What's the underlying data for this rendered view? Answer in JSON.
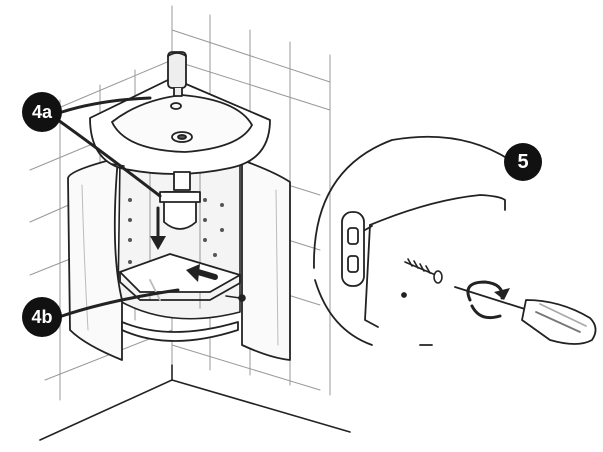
{
  "steps": {
    "step_4a": "4a",
    "step_4b": "4b",
    "step_5": "5"
  },
  "icons": [
    "corner-washbasin-icon",
    "faucet-icon",
    "siphon-icon",
    "shelf-icon",
    "cabinet-door-icon",
    "hinge-icon",
    "screw-icon",
    "screwdriver-icon",
    "rotation-arrow-icon",
    "push-arrow-icon"
  ],
  "colors": {
    "ink": "#111111",
    "paper": "#ffffff",
    "shade": "#e6e6e6"
  }
}
